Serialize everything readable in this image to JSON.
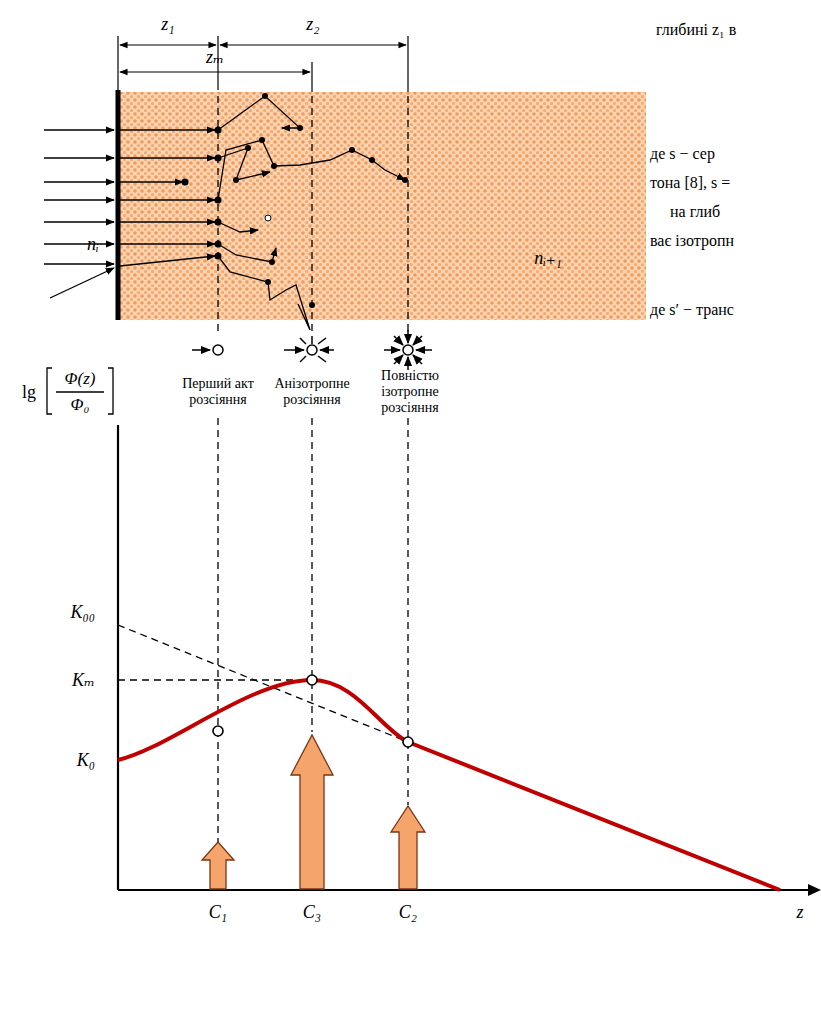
{
  "diagram": {
    "labels": [
      "z₁",
      "z₂",
      "zₘ",
      "nᵢ",
      "nᵢ₊₁",
      "Перший акт розсіяння",
      "Анізотропне розсіяння",
      "Повністю ізотропне розсіяння",
      "lg",
      "Φ(z)",
      "Φ₀",
      "K₀₀",
      "Kₘ",
      "K₀",
      "C₁",
      "C₃",
      "C₂",
      "z",
      "глибині z₁ в",
      "де s − сер",
      "тона [8], s =",
      "на глиб",
      "ває ізотропн",
      "де s′ − транс"
    ]
  }
}
